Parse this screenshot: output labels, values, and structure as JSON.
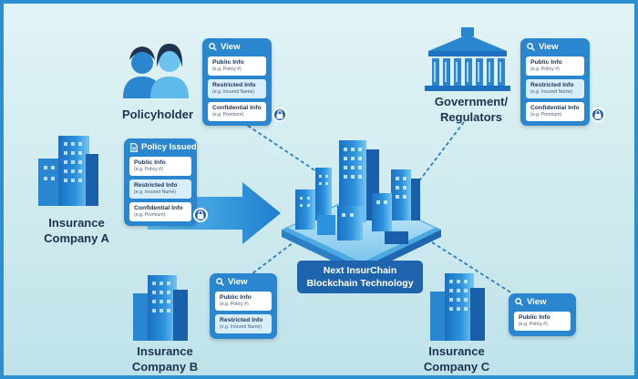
{
  "hub": {
    "title_line1": "Next InsurChain",
    "title_line2": "Blockchain Technology"
  },
  "actors": {
    "policyholder": "Policyholder",
    "government_line1": "Government/",
    "government_line2": "Regulators",
    "company_a_line1": "Insurance",
    "company_a_line2": "Company A",
    "company_b_line1": "Insurance",
    "company_b_line2": "Company B",
    "company_c_line1": "Insurance",
    "company_c_line2": "Company C"
  },
  "icons": {
    "view": "search-icon",
    "issued": "document-icon",
    "lock": "lock-icon"
  },
  "colors": {
    "accent": "#2a87cf",
    "dark": "#1e64ad",
    "text": "#1d3350",
    "frame": "#2b8fd0"
  },
  "cards": {
    "policyholder": {
      "header": "View",
      "rows": [
        {
          "title": "Public Info",
          "example": "(e.g. Policy #)"
        },
        {
          "title": "Restricted Info",
          "example": "(e.g. Insured Name)"
        },
        {
          "title": "Confidential Info",
          "example": "(e.g. Premium)"
        }
      ]
    },
    "government": {
      "header": "View",
      "rows": [
        {
          "title": "Public Info",
          "example": "(e.g. Policy #)"
        },
        {
          "title": "Restricted Info",
          "example": "(e.g. Insured Name)"
        },
        {
          "title": "Confidential Info",
          "example": "(e.g. Premium)"
        }
      ]
    },
    "company_a": {
      "header": "Policy Issued",
      "rows": [
        {
          "title": "Public Info",
          "example": "(e.g. Policy #)"
        },
        {
          "title": "Restricted Info",
          "example": "(e.g. Insured Name)"
        },
        {
          "title": "Confidential Info",
          "example": "(e.g. Premium)"
        }
      ]
    },
    "company_b": {
      "header": "View",
      "rows": [
        {
          "title": "Public Info",
          "example": "(e.g. Policy #)"
        },
        {
          "title": "Restricted Info",
          "example": "(e.g. Insured Name)"
        }
      ]
    },
    "company_c": {
      "header": "View",
      "rows": [
        {
          "title": "Public Info",
          "example": "(e.g. Policy #)"
        }
      ]
    }
  }
}
